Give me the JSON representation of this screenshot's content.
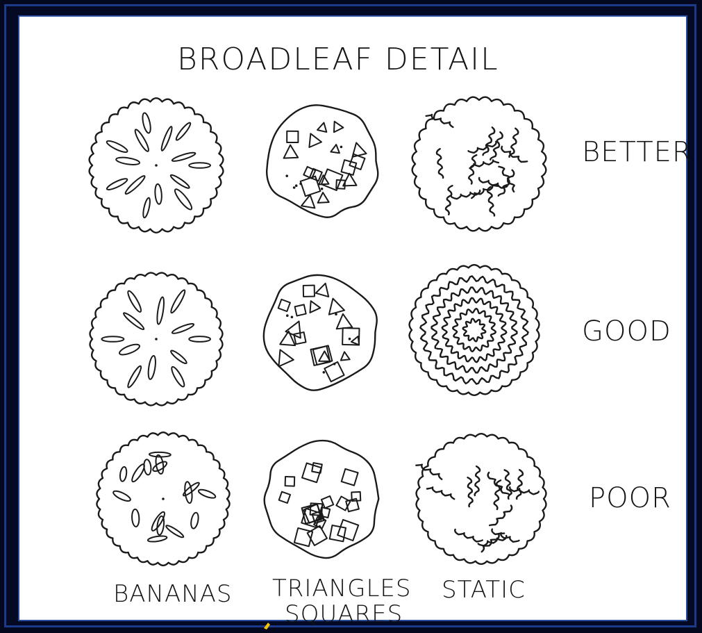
{
  "title": "BROADLEAF DETAIL",
  "ratings": [
    "BETTER",
    "GOOD",
    "POOR"
  ],
  "columns": [
    {
      "label": "BANANAS",
      "sublabel": ""
    },
    {
      "label": "TRIANGLES",
      "sublabel": "SQUARES"
    },
    {
      "label": "STATIC",
      "sublabel": ""
    }
  ],
  "styles": {
    "ink": "#1a1a1a",
    "paper": "#ffffff",
    "frame": "#1c3a8a",
    "background": "#03081f"
  }
}
